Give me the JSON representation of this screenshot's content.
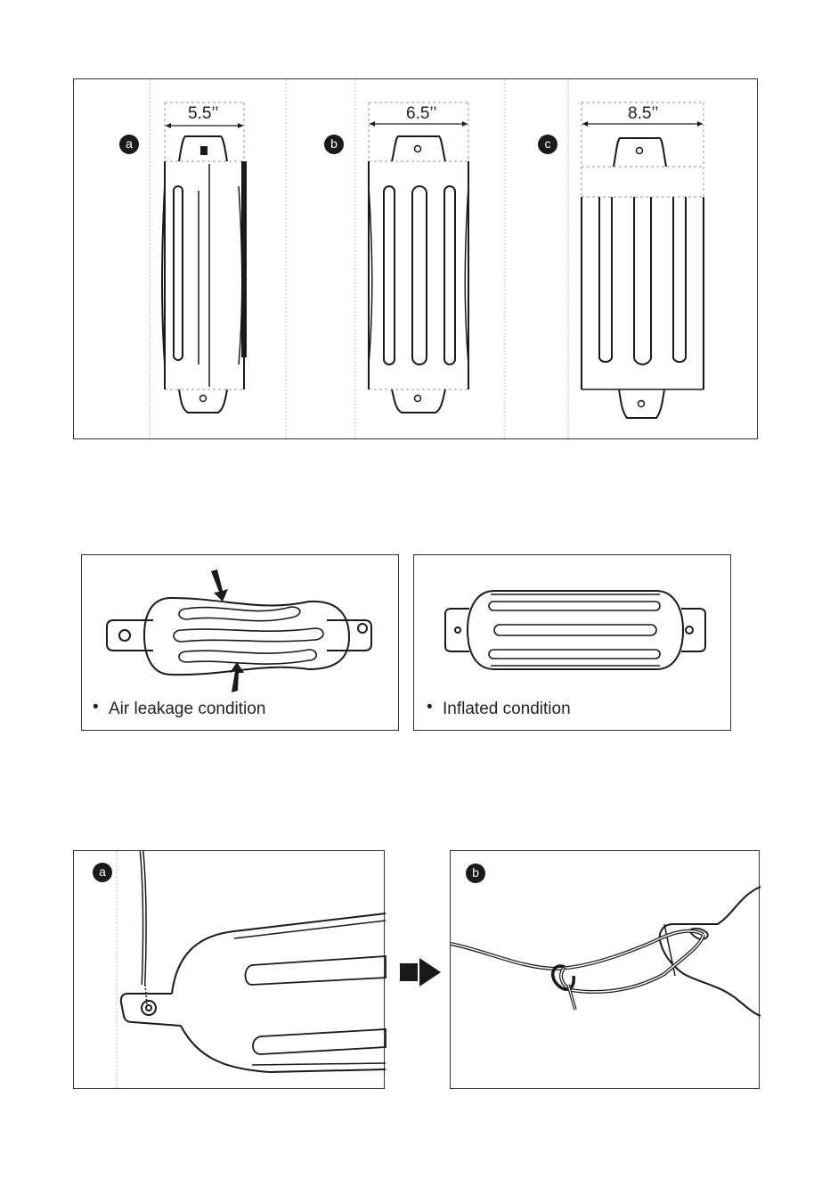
{
  "sizes": {
    "a": {
      "badge": "a",
      "width": "5.5’’"
    },
    "b": {
      "badge": "b",
      "width": "6.5’’"
    },
    "c": {
      "badge": "c",
      "width": "8.5’’"
    }
  },
  "conditions": {
    "leak": "Air leakage condition",
    "inflated": "Inflated condition"
  },
  "steps": {
    "a": "a",
    "b": "b"
  },
  "icons": {
    "bullet": "•",
    "press_arrow": "arrow-down-icon",
    "next_arrow": "arrow-right-icon"
  },
  "colors": {
    "line": "#1a1a1a",
    "dashed": "#999999"
  }
}
